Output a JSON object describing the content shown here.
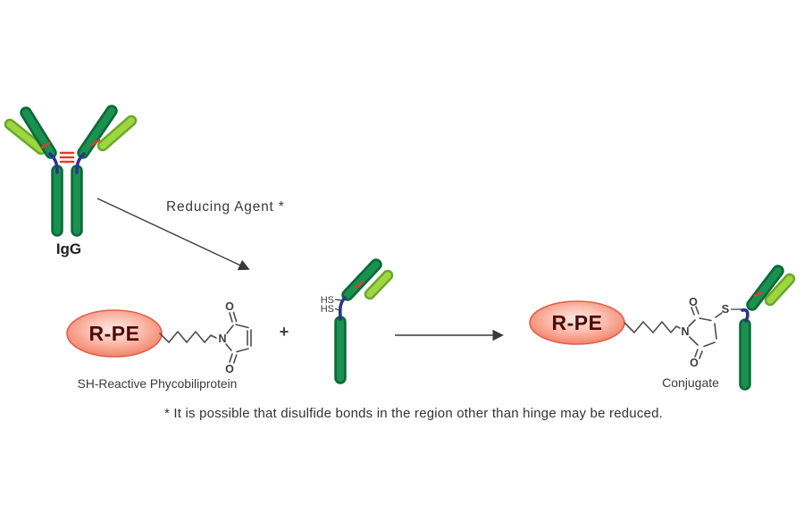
{
  "diagram": {
    "step1": {
      "substrate_label": "IgG",
      "condition_label": "Reducing Agent *"
    },
    "reactant": {
      "rpe_label": "R-PE",
      "caption": "SH-Reactive Phycobiliprotein",
      "atoms": {
        "o_top": "O",
        "n": "N",
        "o_bottom": "O"
      }
    },
    "plus_sign": "+",
    "reduced_antibody": {
      "thiol_top": "HS",
      "thiol_bottom": "HS"
    },
    "product": {
      "rpe_label": "R-PE",
      "caption": "Conjugate",
      "atoms": {
        "o_top": "O",
        "n": "N",
        "o_bottom": "O",
        "s": "S"
      }
    },
    "footnote": "* It is possible that disulfide bonds in the region other than hinge may be reduced.",
    "colors": {
      "heavy_chain": "#1b9150",
      "heavy_chain_edge": "#0b6b3a",
      "light_chain": "#9ed63f",
      "light_chain_edge": "#69a82a",
      "disulfide_red": "#e23b2e",
      "hinge_blue": "#2e3192",
      "rpe_center": "#ffeae4",
      "rpe_edge": "#ee6f58",
      "rpe_outline": "#e2614a",
      "rpe_text": "#4d0a0a",
      "structure_line": "#4d4d4d",
      "label_text": "#333333"
    }
  }
}
